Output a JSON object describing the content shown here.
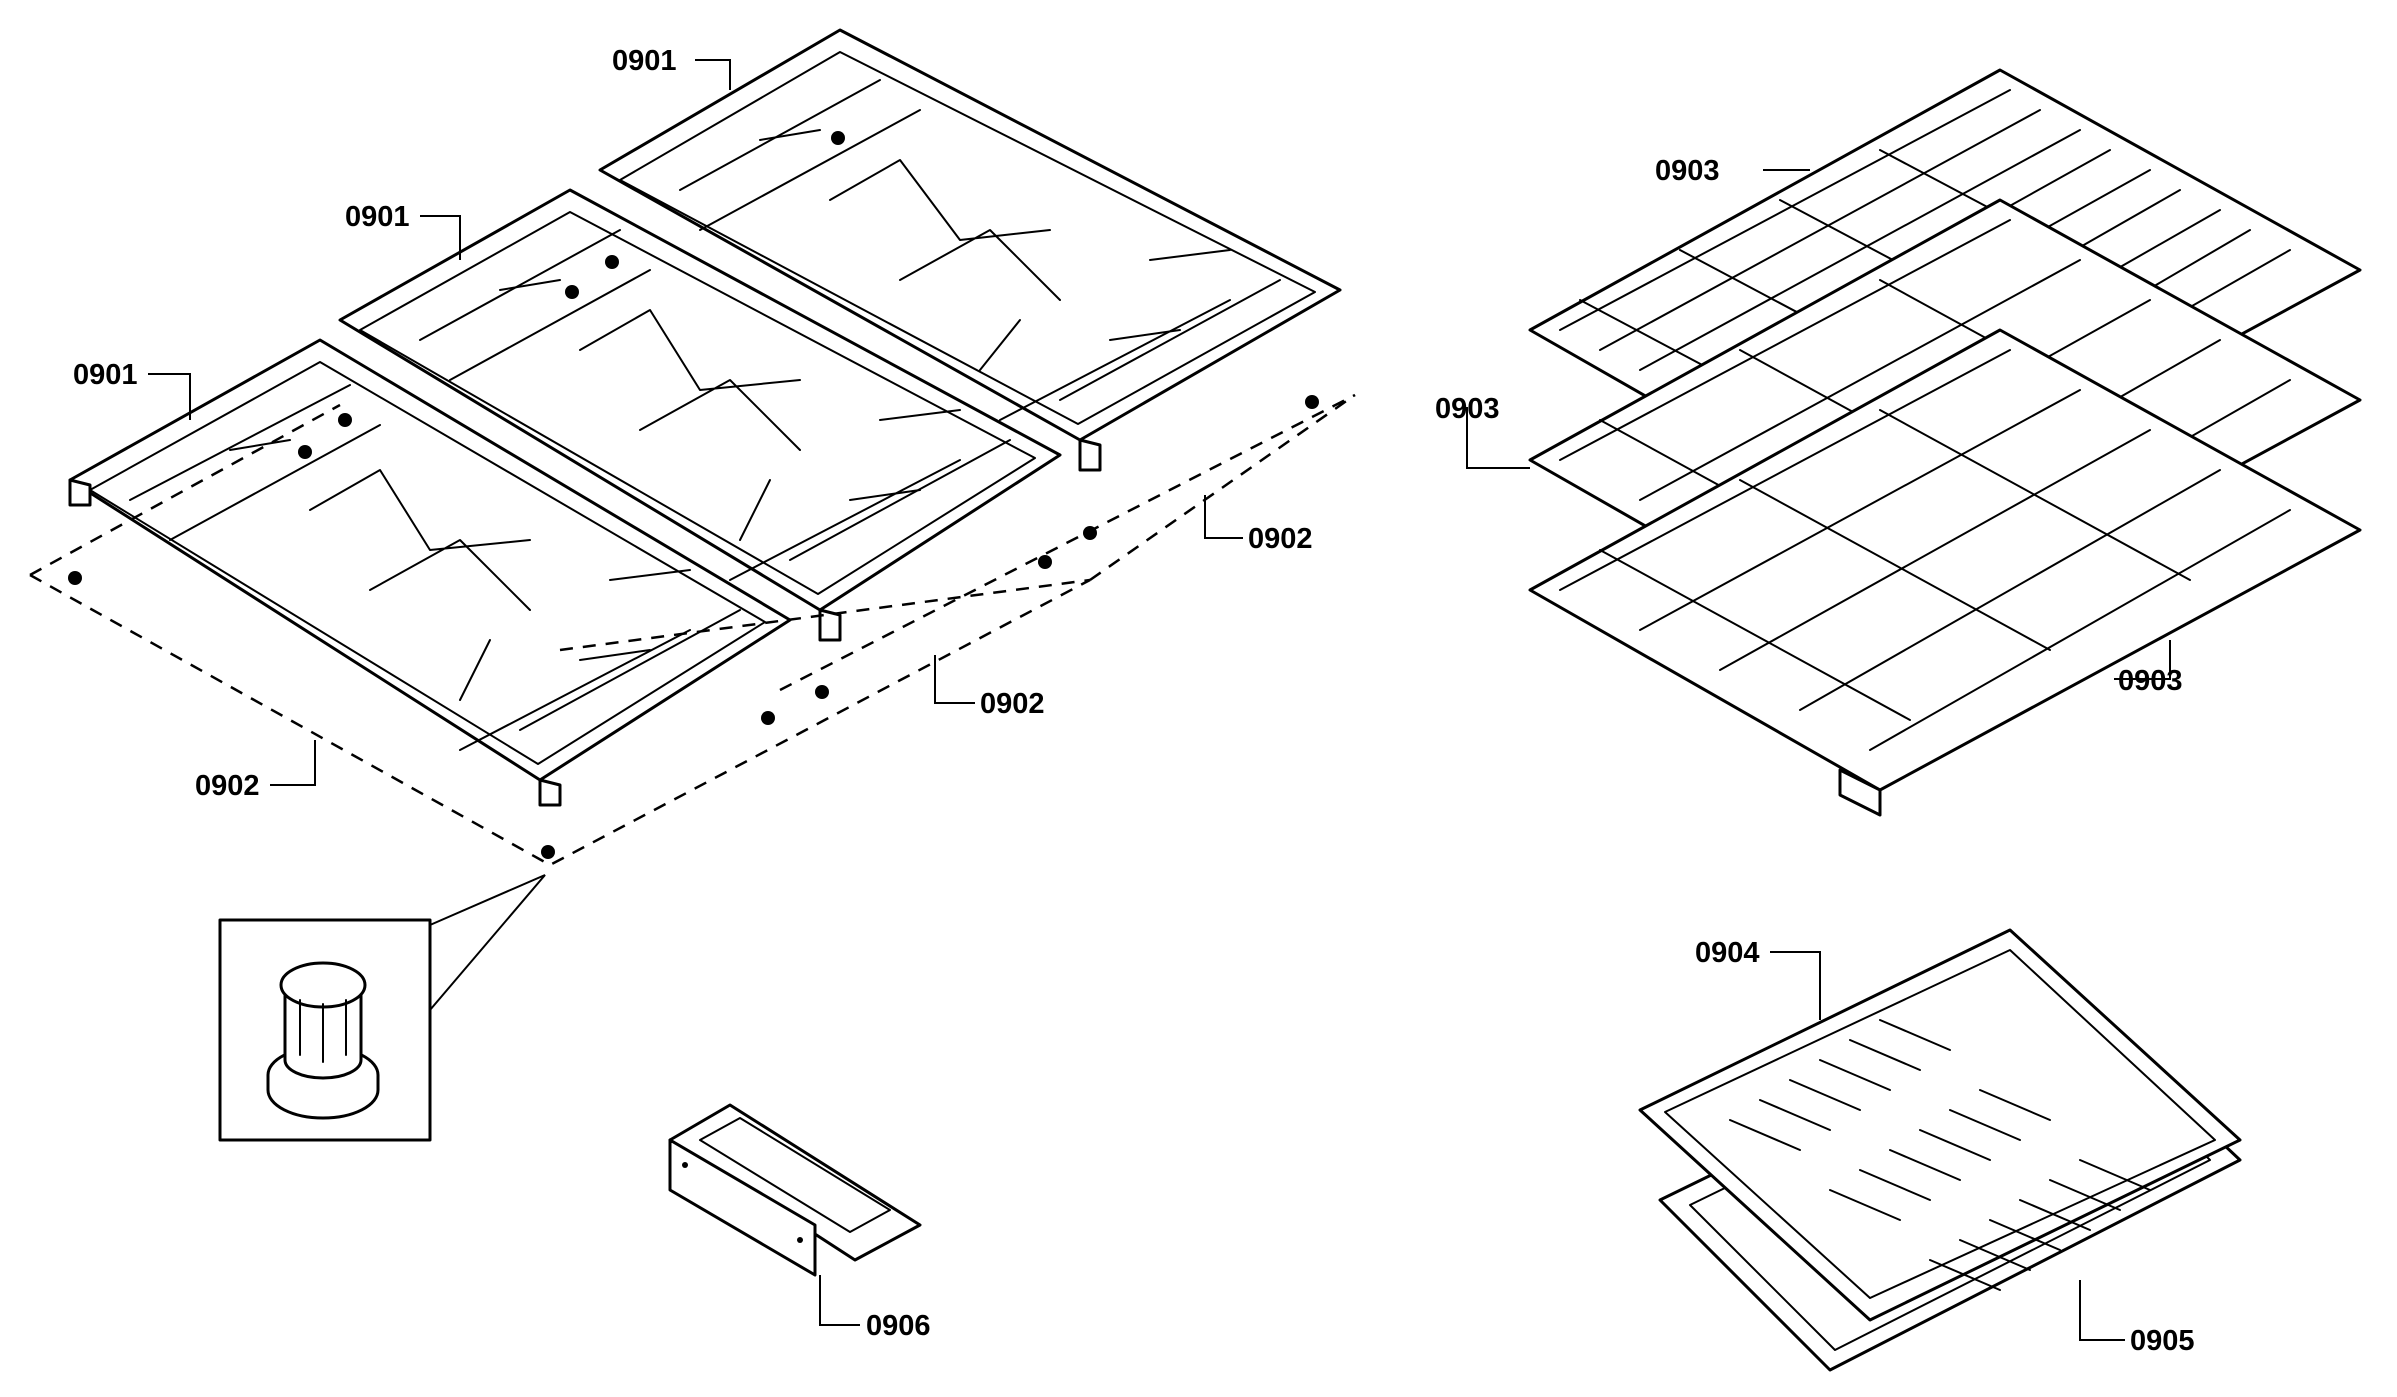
{
  "labels": {
    "grate_left": "0901",
    "grate_middle": "0901",
    "grate_right": "0901",
    "foot_left": "0902",
    "foot_middle": "0902",
    "foot_right": "0902",
    "rack_top": "0903",
    "rack_left": "0903",
    "rack_bottom": "0903",
    "broiler_insert": "0904",
    "broiler_pan": "0905",
    "bracket": "0906"
  }
}
